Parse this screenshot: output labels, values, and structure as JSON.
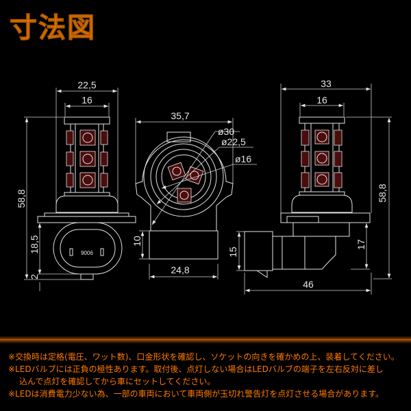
{
  "title": "寸法図",
  "colors": {
    "accent": "#ff8c00",
    "line": "#e6e6e6",
    "led": "#4a0c0c",
    "background": "#000000"
  },
  "side_view": {
    "width_top": "22,5",
    "led_column_width": "16",
    "total_height": "58,8",
    "base_height": "18,5",
    "pin": "2",
    "model": "9006"
  },
  "front_view": {
    "width": "35,7",
    "dia_outer": "ø30",
    "dia_mid": "ø22,5",
    "dia_inner": "ø16",
    "connector_height": "10",
    "connector_width": "24,8",
    "connector_depth": "15"
  },
  "right_view": {
    "flange_width": "33",
    "led_column_width": "16",
    "total_height": "58,8",
    "base_height": "17",
    "total_length": "46"
  },
  "notes": [
    "※交換時は定格(電圧、ワット数)、口金形状を確認し、ソケットの向きを確かめの上、装着してください。",
    "※LEDバルブには正負の極性あります。取付後、点灯しない場合はLEDバルブの端子を左右反対に差し",
    "込んで点灯を確認してから車にセットしてください。",
    "※LEDは消費電力少ない為、一部の車両において車両側が玉切れ警告灯を点灯させる場合があります。"
  ]
}
